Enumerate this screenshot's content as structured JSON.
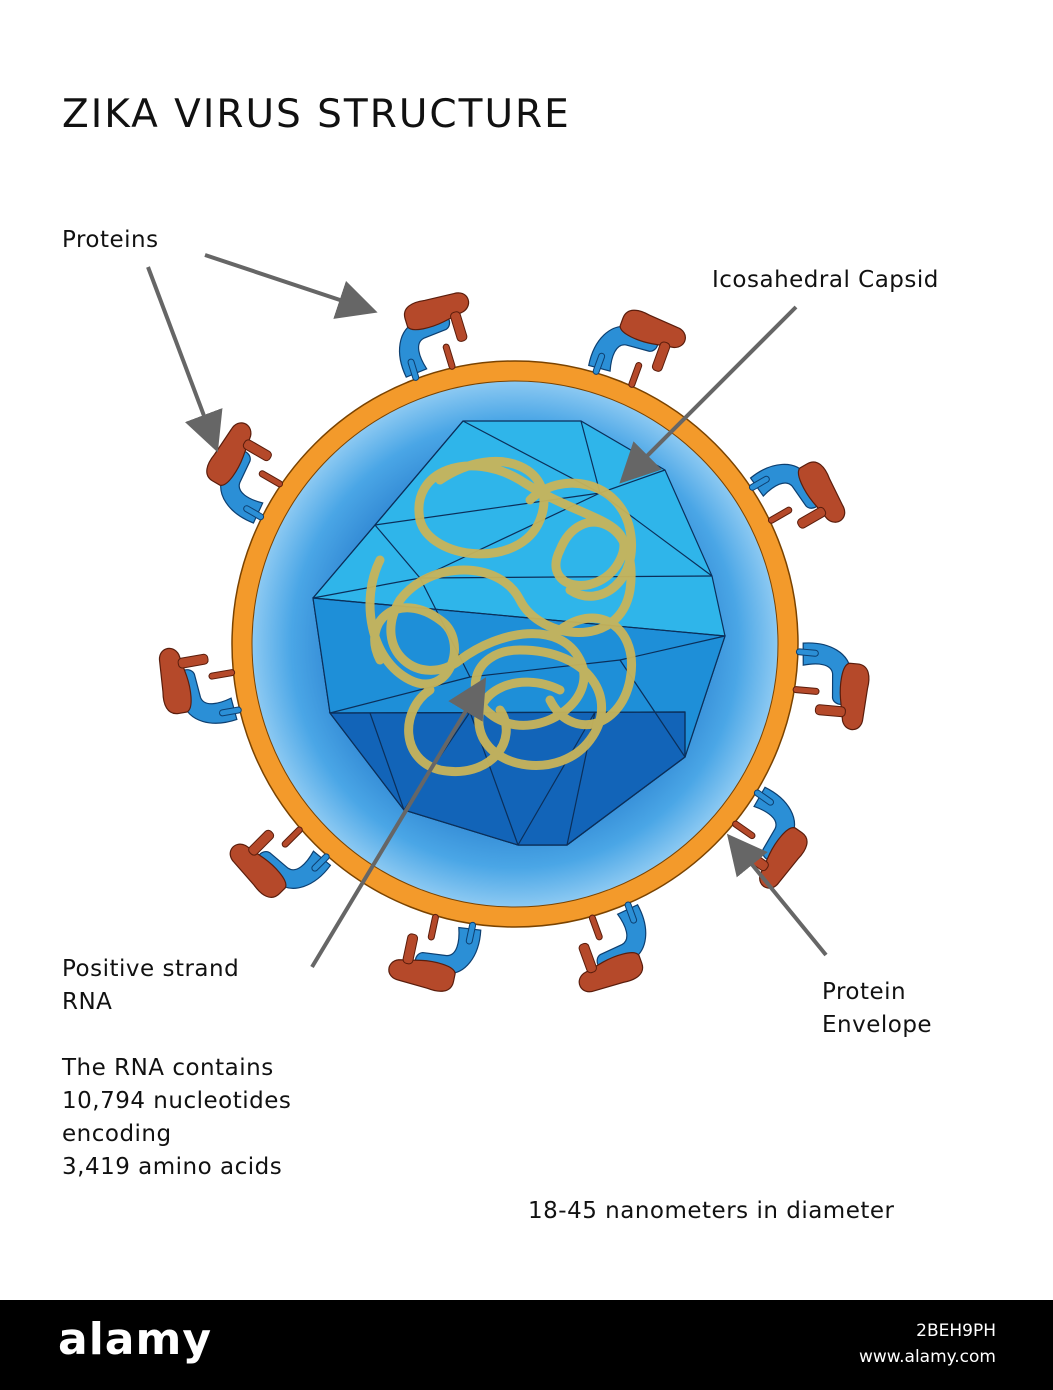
{
  "title": "ZIKA VIRUS STRUCTURE",
  "labels": {
    "proteins": "Proteins",
    "capsid": "Icosahedral Capsid",
    "rna_line1": "Positive strand",
    "rna_line2": "RNA",
    "envelope_line1": "Protein",
    "envelope_line2": "Envelope"
  },
  "rna_info": [
    "The RNA contains",
    "10,794 nucleotides",
    "encoding",
    "3,419 amino acids"
  ],
  "diameter": "18-45 nanometers in diameter",
  "footer": {
    "logo": "alamy",
    "image_id": "2BEH9PH",
    "site": "www.alamy.com"
  },
  "colors": {
    "envelope_ring": "#f39a2b",
    "inner_blue": "#2f8fd8",
    "capsid_light": "#2fb5ea",
    "capsid_dark": "#1264b8",
    "protein_red": "#b5492a",
    "protein_blue": "#2b8fd6",
    "rna_strand": "#c8b45a"
  }
}
